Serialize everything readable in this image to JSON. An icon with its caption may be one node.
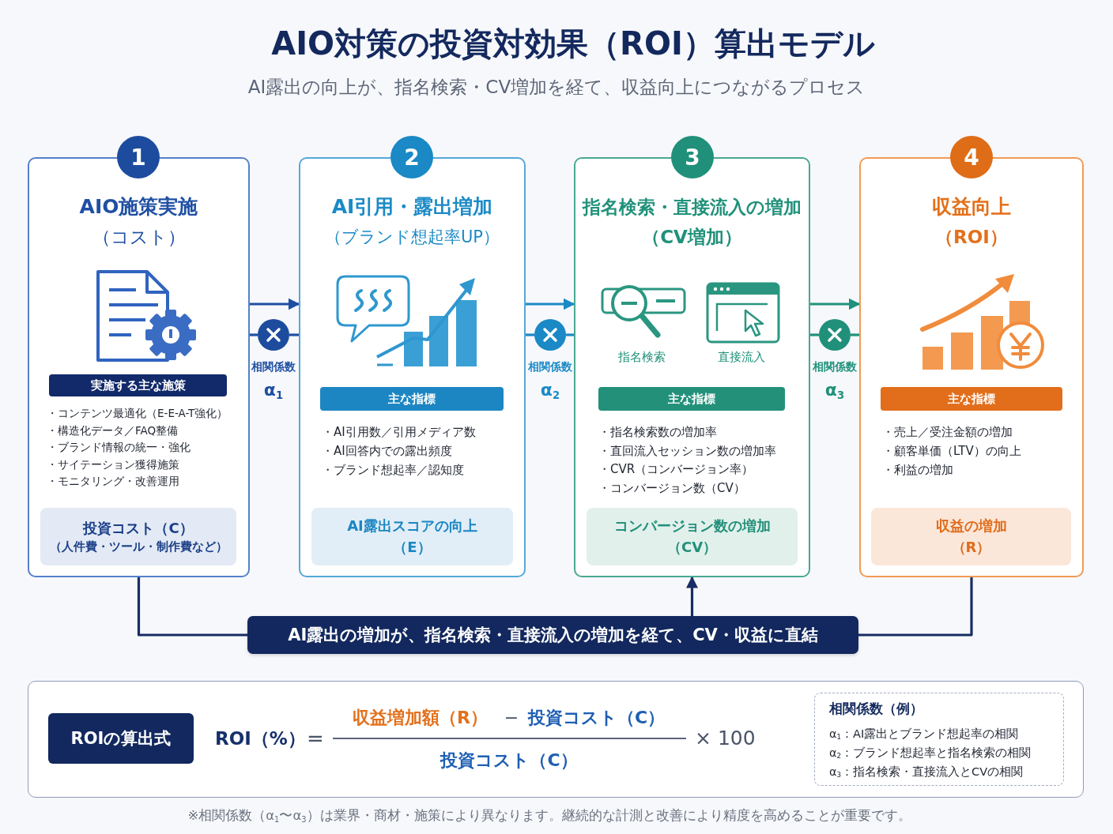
{
  "diagram": {
    "title": "AIO対策の投資対効果（ROI）算出モデル",
    "caption": "※相関係数（α$_{1}$〜α$_{3}$）は業界・商材・施策により異なります。継続的な計測と改善により精度を高めることが重要です。",
    "nodes": [
      {
        "text": [
          "AIO施策実施",
          "（コスト）",
          "・コンテンツ最適化（E-E-A-T強化）",
          "・構造化データ／FAQ整備",
          "・ブランド情報の統一・強化",
          "・サイテーション獲得施策",
          "・モニタリング・改善運用"
        ]
      },
      {
        "text": [
          "1"
        ]
      },
      {
        "text": [
          "実施する主な施策"
        ],
        "in": 0
      },
      {
        "text": [
          "投資コスト（C）",
          "（人件費・ツール・制作費など）"
        ],
        "in": 0
      },
      {
        "text": [],
        "shape": "circle",
        "beside": [
          "相関係数",
          "α$_{1}$"
        ]
      },
      {
        "text": [
          "AI引用・露出増加",
          "（ブランド想起率UP）",
          "・AI引用数／引用メディア数",
          "・AI回答内での露出頻度",
          "・ブランド想起率／認知度"
        ]
      },
      {
        "text": [
          "2"
        ]
      },
      {
        "text": [
          "主な指標"
        ],
        "in": 5
      },
      {
        "text": [
          "AI露出スコアの向上",
          "（E）"
        ],
        "in": 5
      },
      {
        "text": [],
        "shape": "circle",
        "beside": [
          "相関係数",
          "α$_{2}$"
        ]
      },
      {
        "text": [
          "指名検索・直接流入の増加",
          "（CV増加）",
          "指名検索",
          "直接流入",
          "・指名検索数の増加率",
          "・直回流入セッション数の増加率",
          "・CVR（コンバージョン率）",
          "・コンバージョン数（CV）"
        ]
      },
      {
        "text": [
          "3"
        ]
      },
      {
        "text": [
          "主な指標"
        ],
        "in": 10
      },
      {
        "text": [
          "コンバージョン数の増加",
          "（CV）"
        ],
        "in": 10
      },
      {
        "text": [],
        "shape": "circle",
        "beside": [
          "相関係数",
          "α$_{3}$"
        ]
      },
      {
        "text": [
          "収益向上",
          "（ROI）",
          "・売上／受注金額の増加",
          "・顧客単価（LTV）の向上",
          "・利益の増加"
        ]
      },
      {
        "text": [
          "4"
        ]
      },
      {
        "text": [
          "主な指標"
        ],
        "in": 15
      },
      {
        "text": [
          "収益の増加",
          "（R）"
        ],
        "in": 15
      },
      {
        "text": [
          "AI露出の増加が、指名検索・直接流入の増加を経て、CV・収益に直結"
        ]
      },
      {
        "text": [
          "ROI（%）",
          "=",
          "収益増加額（R）",
          "−",
          "投資コスト（C）",
          "投資コスト（C）",
          "× 100"
        ]
      },
      {
        "text": [
          "ROIの算出式"
        ],
        "in": 20
      },
      {
        "text": [
          "相関係数（例）",
          "α$_{1}$：AI露出とブランド想起率の相関",
          "α$_{2}$：ブランド想起率と指名検索の相関",
          "α$_{3}$：指名検索・直接流入とCVの相関"
        ],
        "in": 20
      }
    ],
    "edges": [
      {
        "from": 0,
        "to": 5,
        "arrow": "to",
        "color": "#1f4fa3"
      },
      {
        "from": 0,
        "to": 4,
        "arrow": "none",
        "color": "#1f4fa3"
      },
      {
        "from": 4,
        "to": 5,
        "arrow": "none",
        "color": "#1f4fa3"
      },
      {
        "from": 5,
        "to": 10,
        "arrow": "to",
        "color": "#1b8ac6"
      },
      {
        "from": 5,
        "to": 9,
        "arrow": "none",
        "color": "#1b8ac6"
      },
      {
        "from": 9,
        "to": 10,
        "arrow": "none",
        "color": "#1b8ac6"
      },
      {
        "from": 10,
        "to": 15,
        "arrow": "to",
        "color": "#20917a"
      },
      {
        "from": 10,
        "to": 14,
        "arrow": "none",
        "color": "#20917a"
      },
      {
        "from": 14,
        "to": 15,
        "arrow": "none",
        "color": "#20917a"
      },
      {
        "from": 0,
        "to": 19,
        "arrow": "none"
      },
      {
        "from": 15,
        "to": 19,
        "arrow": "none"
      },
      {
        "from": 19,
        "to": 10,
        "arrow": "to"
      }
    ],
    "labels": [
      "AI露出の向上が、指名検索・CV増加を経て、収益向上につながるプロセス"
    ]
  }
}
